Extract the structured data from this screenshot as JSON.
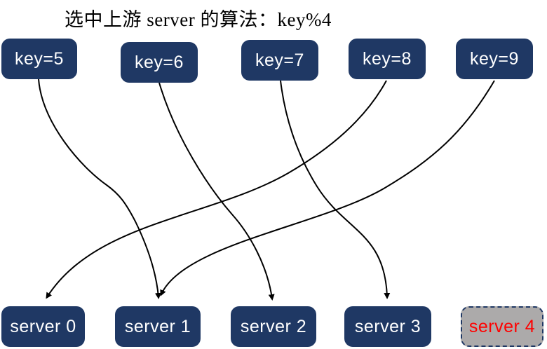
{
  "title": "选中上游 server 的算法：key%4",
  "colors": {
    "node_fill": "#1f3864",
    "node_text": "#ffffff",
    "inactive_fill": "#acaaaa",
    "inactive_text": "#ff0000",
    "arrow": "#000000",
    "title_text": "#000000"
  },
  "keys": [
    {
      "label": "key=5"
    },
    {
      "label": "key=6"
    },
    {
      "label": "key=7"
    },
    {
      "label": "key=8"
    },
    {
      "label": "key=9"
    }
  ],
  "servers": [
    {
      "label": "server 0",
      "state": "active"
    },
    {
      "label": "server 1",
      "state": "active"
    },
    {
      "label": "server 2",
      "state": "active"
    },
    {
      "label": "server 3",
      "state": "active"
    },
    {
      "label": "server 4",
      "state": "inactive"
    }
  ],
  "edges": [
    {
      "from": "key=5",
      "to": "server 1"
    },
    {
      "from": "key=6",
      "to": "server 2"
    },
    {
      "from": "key=7",
      "to": "server 3"
    },
    {
      "from": "key=8",
      "to": "server 0"
    },
    {
      "from": "key=9",
      "to": "server 1"
    }
  ]
}
